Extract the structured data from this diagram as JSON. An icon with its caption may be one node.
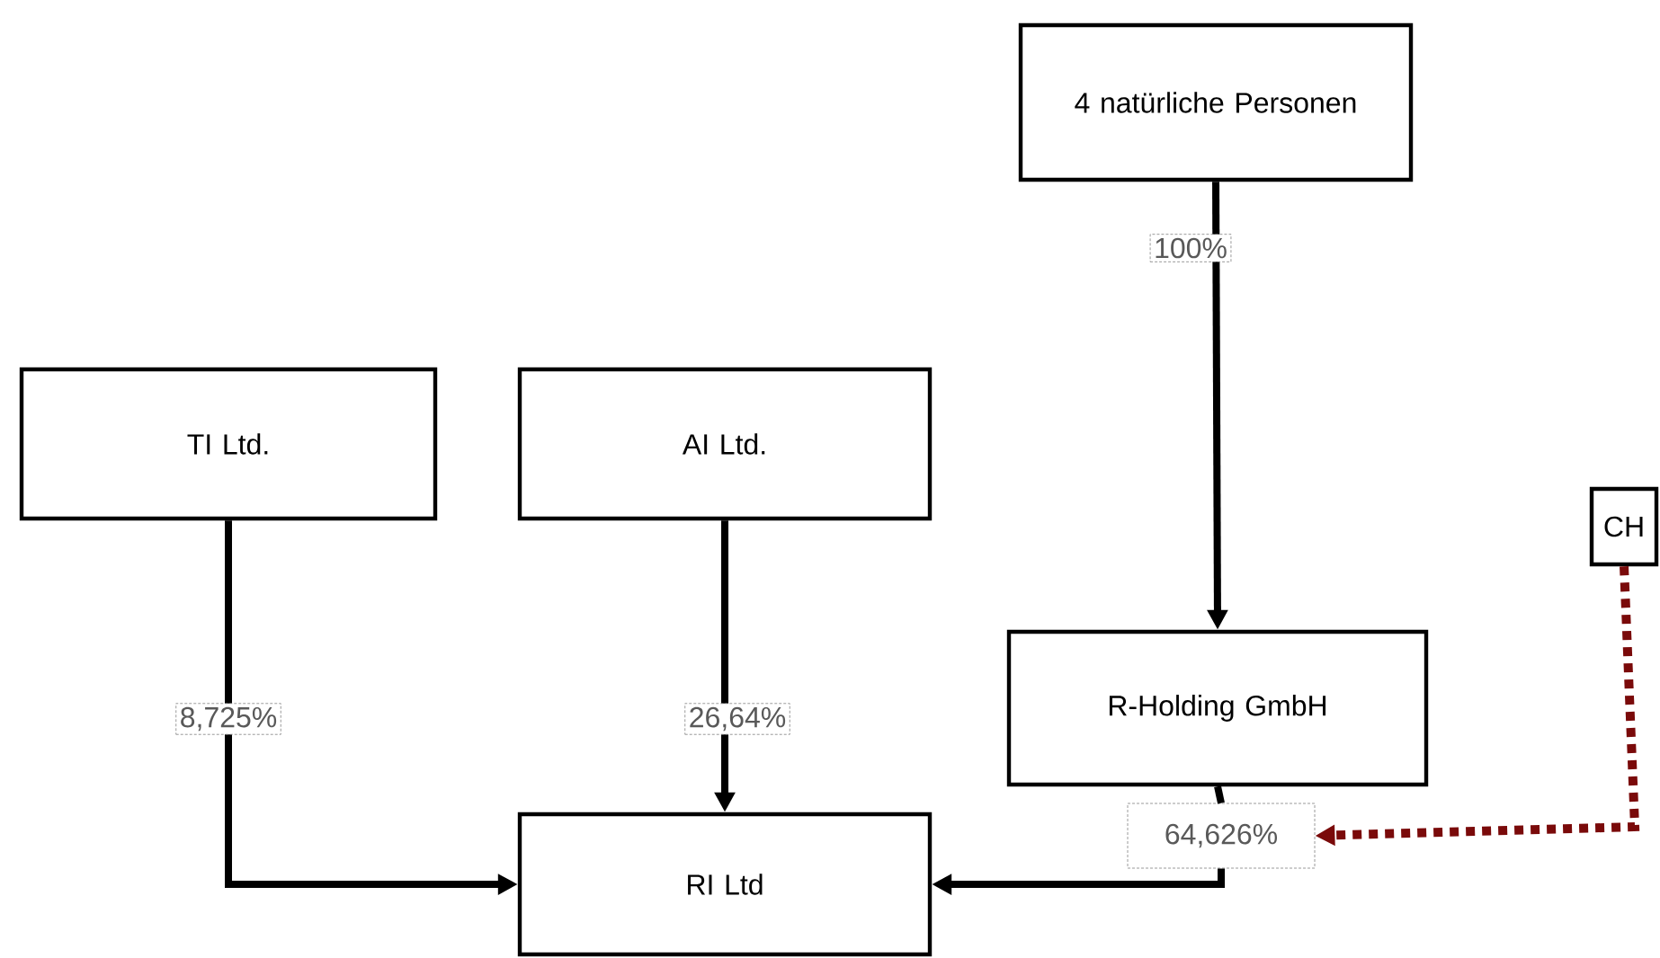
{
  "diagram": {
    "nodes": [
      {
        "text": [
          "4 natürliche Personen"
        ]
      },
      {
        "text": [
          "TI Ltd."
        ]
      },
      {
        "text": [
          "AI Ltd."
        ]
      },
      {
        "text": [
          "R-Holding GmbH"
        ]
      },
      {
        "text": [
          "CH"
        ]
      },
      {
        "text": [
          "RI Ltd"
        ]
      },
      {
        "text": [
          "64,626%"
        ]
      }
    ],
    "edges": [
      {
        "from": 0,
        "to": 3,
        "arrow": "to",
        "label": "100%"
      },
      {
        "from": 1,
        "to": 5,
        "arrow": "to",
        "label": "8,725%"
      },
      {
        "from": 2,
        "to": 5,
        "arrow": "to",
        "label": "26,64%"
      },
      {
        "from": 3,
        "to": 6,
        "arrow": "none"
      },
      {
        "from": 6,
        "to": 5,
        "arrow": "to"
      },
      {
        "from": 4,
        "to": 6,
        "arrow": "to",
        "style": "dashed",
        "color": "#7a0a0a"
      }
    ]
  }
}
